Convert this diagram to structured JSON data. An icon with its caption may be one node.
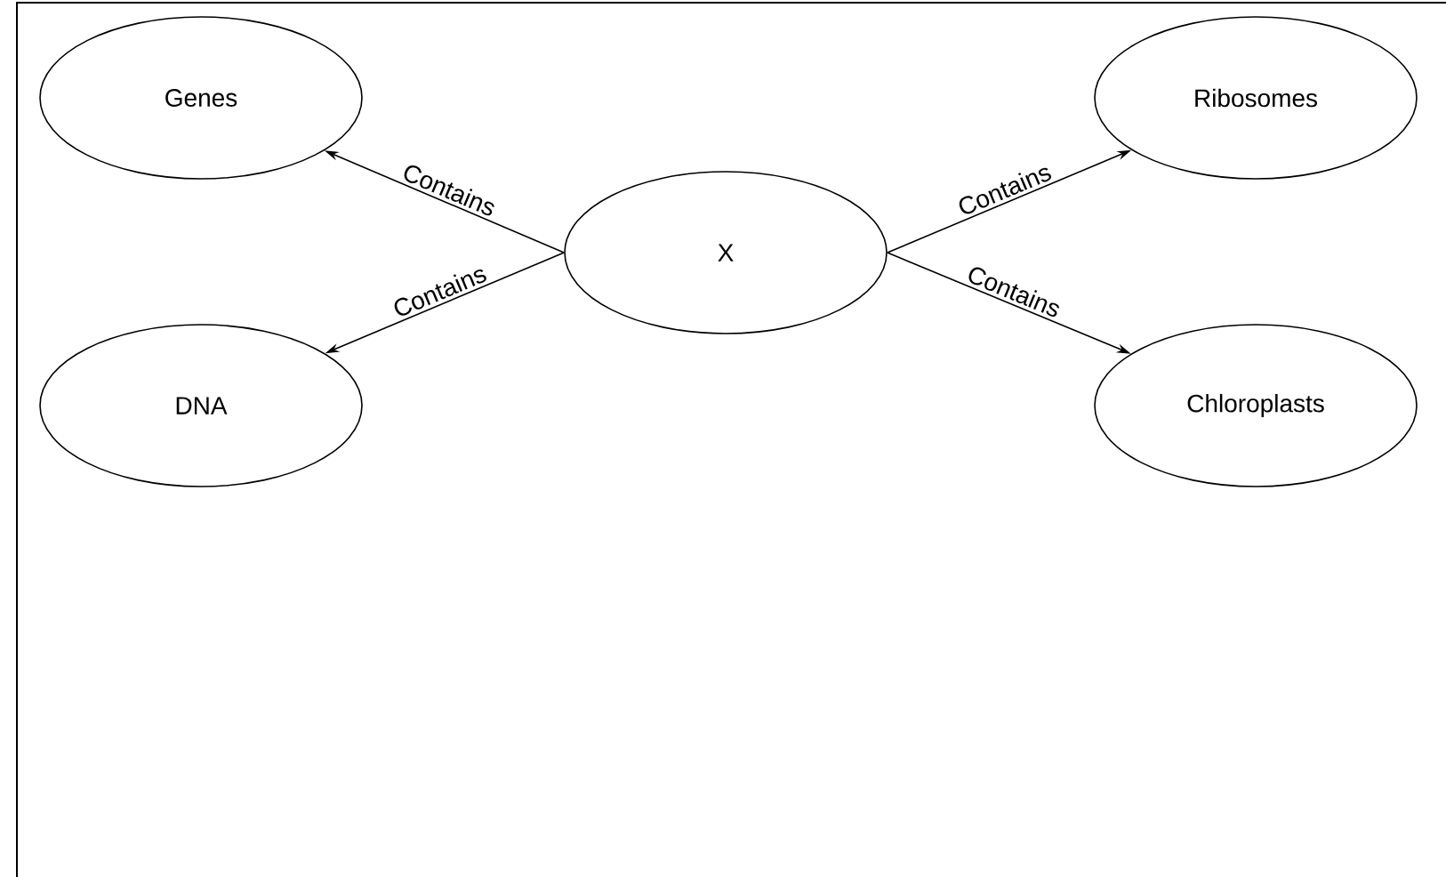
{
  "diagram": {
    "nodes": [
      {
        "text": [
          "Genes"
        ]
      },
      {
        "text": [
          "Ribosomes"
        ]
      },
      {
        "text": [
          "X"
        ]
      },
      {
        "text": [
          "DNA"
        ]
      },
      {
        "text": [
          "Chloroplasts"
        ]
      }
    ],
    "edges": [
      {
        "from": 2,
        "to": 0,
        "arrow": "to",
        "label": "Contains"
      },
      {
        "from": 2,
        "to": 3,
        "arrow": "to",
        "label": "Contains"
      },
      {
        "from": 2,
        "to": 1,
        "arrow": "to",
        "label": "Contains"
      },
      {
        "from": 2,
        "to": 4,
        "arrow": "to",
        "label": "Contains"
      }
    ]
  }
}
